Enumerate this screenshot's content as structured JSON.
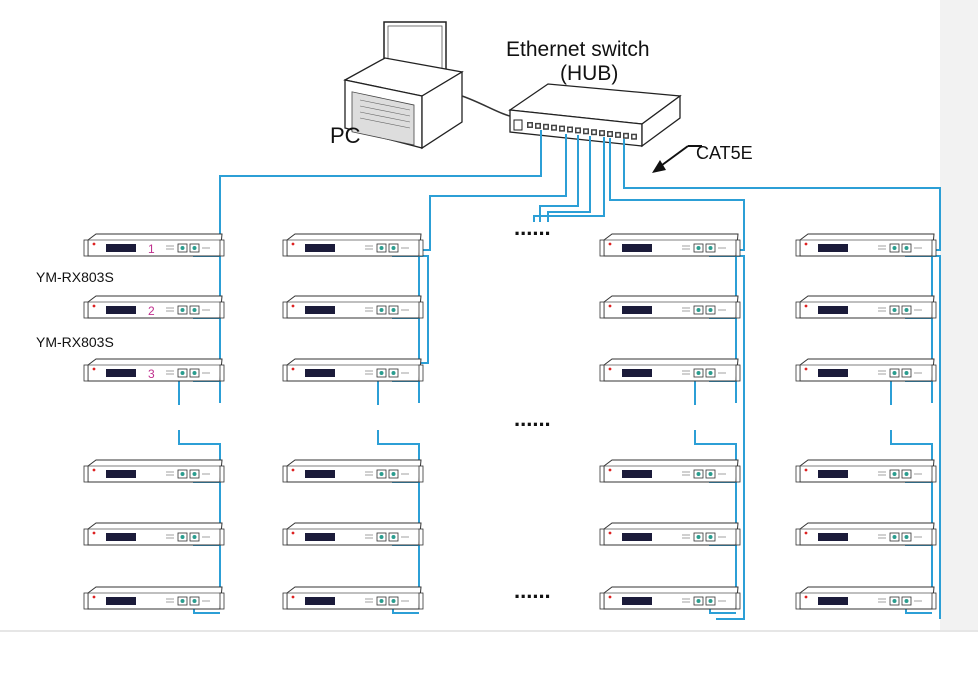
{
  "labels": {
    "switch_line1": "Ethernet switch",
    "switch_line2": "(HUB)",
    "pc": "PC",
    "cable": "CAT5E",
    "model_1": "YM-RX803S",
    "model_2": "YM-RX803S",
    "unit_numbers": [
      "1",
      "2",
      "3"
    ],
    "ellipsis_top": "......",
    "ellipsis_mid": "......",
    "ellipsis_bottom": "......"
  },
  "colors": {
    "cable": "#2c9fd6",
    "unit_number": "#c0308e",
    "device_outline": "#333333"
  },
  "icons": {
    "computer": "pc-tower-icon",
    "monitor": "monitor-icon",
    "switch": "ethernet-switch-icon",
    "receiver": "receiver-unit-icon",
    "arrow": "arrow-icon"
  }
}
